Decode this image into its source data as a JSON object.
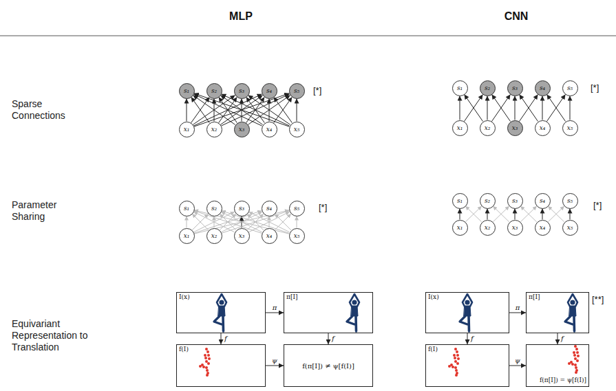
{
  "diagram": {
    "nodes": [
      {
        "text": [
          "s₁"
        ]
      },
      {
        "text": [
          "s₂"
        ]
      },
      {
        "text": [
          "s₃"
        ]
      },
      {
        "text": [
          "s₄"
        ]
      },
      {
        "text": [
          "s₅"
        ]
      },
      {
        "text": [
          "x₁"
        ]
      },
      {
        "text": [
          "x₂"
        ]
      },
      {
        "text": [
          "x₃"
        ]
      },
      {
        "text": [
          "x₄"
        ]
      },
      {
        "text": [
          "x₅"
        ]
      },
      {
        "text": [
          "s₁"
        ]
      },
      {
        "text": [
          "s₂"
        ]
      },
      {
        "text": [
          "s₃"
        ]
      },
      {
        "text": [
          "s₄"
        ]
      },
      {
        "text": [
          "s₅"
        ]
      },
      {
        "text": [
          "x₁"
        ]
      },
      {
        "text": [
          "x₂"
        ]
      },
      {
        "text": [
          "x₃"
        ]
      },
      {
        "text": [
          "x₄"
        ]
      },
      {
        "text": [
          "x₅"
        ]
      },
      {
        "text": [
          "s₁"
        ]
      },
      {
        "text": [
          "s₂"
        ]
      },
      {
        "text": [
          "s₃"
        ]
      },
      {
        "text": [
          "s₄"
        ]
      },
      {
        "text": [
          "s₅"
        ]
      },
      {
        "text": [
          "x₁"
        ]
      },
      {
        "text": [
          "x₂"
        ]
      },
      {
        "text": [
          "x₃"
        ]
      },
      {
        "text": [
          "x₄"
        ]
      },
      {
        "text": [
          "x₅"
        ]
      },
      {
        "text": [
          "s₁"
        ]
      },
      {
        "text": [
          "s₂"
        ]
      },
      {
        "text": [
          "s₃"
        ]
      },
      {
        "text": [
          "s₄"
        ]
      },
      {
        "text": [
          "s₅"
        ]
      },
      {
        "text": [
          "x₁"
        ]
      },
      {
        "text": [
          "x₂"
        ]
      },
      {
        "text": [
          "x₃"
        ]
      },
      {
        "text": [
          "x₄"
        ]
      },
      {
        "text": [
          "x₅"
        ]
      },
      {
        "text": [
          "I(x)"
        ]
      },
      {
        "text": [
          "π[I]"
        ]
      },
      {
        "text": [
          "f(I)"
        ]
      },
      {
        "text": [
          "f(π[I]) ≠ ψ[f(I)]"
        ]
      },
      {
        "text": [
          "I(x)"
        ]
      },
      {
        "text": [
          "π[I]"
        ]
      },
      {
        "text": [
          "f(I)"
        ]
      },
      {
        "text": [
          "f(π[I]) = ψ[f(I)]"
        ]
      }
    ],
    "edges": [
      {
        "from": 5,
        "to": 0,
        "arrow": "to"
      },
      {
        "from": 5,
        "to": 1,
        "arrow": "to"
      },
      {
        "from": 5,
        "to": 2,
        "arrow": "to"
      },
      {
        "from": 5,
        "to": 3,
        "arrow": "to"
      },
      {
        "from": 5,
        "to": 4,
        "arrow": "to"
      },
      {
        "from": 6,
        "to": 0,
        "arrow": "to"
      },
      {
        "from": 6,
        "to": 1,
        "arrow": "to"
      },
      {
        "from": 6,
        "to": 2,
        "arrow": "to"
      },
      {
        "from": 6,
        "to": 3,
        "arrow": "to"
      },
      {
        "from": 6,
        "to": 4,
        "arrow": "to"
      },
      {
        "from": 7,
        "to": 0,
        "arrow": "to"
      },
      {
        "from": 7,
        "to": 1,
        "arrow": "to"
      },
      {
        "from": 7,
        "to": 2,
        "arrow": "to"
      },
      {
        "from": 7,
        "to": 3,
        "arrow": "to"
      },
      {
        "from": 7,
        "to": 4,
        "arrow": "to"
      },
      {
        "from": 8,
        "to": 0,
        "arrow": "to"
      },
      {
        "from": 8,
        "to": 1,
        "arrow": "to"
      },
      {
        "from": 8,
        "to": 2,
        "arrow": "to"
      },
      {
        "from": 8,
        "to": 3,
        "arrow": "to"
      },
      {
        "from": 8,
        "to": 4,
        "arrow": "to"
      },
      {
        "from": 9,
        "to": 0,
        "arrow": "to"
      },
      {
        "from": 9,
        "to": 1,
        "arrow": "to"
      },
      {
        "from": 9,
        "to": 2,
        "arrow": "to"
      },
      {
        "from": 9,
        "to": 3,
        "arrow": "to"
      },
      {
        "from": 9,
        "to": 4,
        "arrow": "to"
      },
      {
        "from": 15,
        "to": 10,
        "arrow": "to"
      },
      {
        "from": 15,
        "to": 11,
        "arrow": "to"
      },
      {
        "from": 16,
        "to": 10,
        "arrow": "to"
      },
      {
        "from": 16,
        "to": 11,
        "arrow": "to"
      },
      {
        "from": 16,
        "to": 12,
        "arrow": "to"
      },
      {
        "from": 17,
        "to": 11,
        "arrow": "to"
      },
      {
        "from": 17,
        "to": 12,
        "arrow": "to"
      },
      {
        "from": 17,
        "to": 13,
        "arrow": "to"
      },
      {
        "from": 18,
        "to": 12,
        "arrow": "to"
      },
      {
        "from": 18,
        "to": 13,
        "arrow": "to"
      },
      {
        "from": 18,
        "to": 14,
        "arrow": "to"
      },
      {
        "from": 19,
        "to": 13,
        "arrow": "to"
      },
      {
        "from": 19,
        "to": 14,
        "arrow": "to"
      },
      {
        "from": 25,
        "to": 20,
        "arrow": "to"
      },
      {
        "from": 25,
        "to": 21,
        "arrow": "to"
      },
      {
        "from": 25,
        "to": 22,
        "arrow": "to"
      },
      {
        "from": 25,
        "to": 23,
        "arrow": "to"
      },
      {
        "from": 25,
        "to": 24,
        "arrow": "to"
      },
      {
        "from": 26,
        "to": 20,
        "arrow": "to"
      },
      {
        "from": 26,
        "to": 21,
        "arrow": "to"
      },
      {
        "from": 26,
        "to": 22,
        "arrow": "to"
      },
      {
        "from": 26,
        "to": 23,
        "arrow": "to"
      },
      {
        "from": 26,
        "to": 24,
        "arrow": "to"
      },
      {
        "from": 27,
        "to": 20,
        "arrow": "to"
      },
      {
        "from": 27,
        "to": 21,
        "arrow": "to"
      },
      {
        "from": 27,
        "to": 22,
        "arrow": "to"
      },
      {
        "from": 27,
        "to": 23,
        "arrow": "to"
      },
      {
        "from": 27,
        "to": 24,
        "arrow": "to"
      },
      {
        "from": 28,
        "to": 20,
        "arrow": "to"
      },
      {
        "from": 28,
        "to": 21,
        "arrow": "to"
      },
      {
        "from": 28,
        "to": 22,
        "arrow": "to"
      },
      {
        "from": 28,
        "to": 23,
        "arrow": "to"
      },
      {
        "from": 28,
        "to": 24,
        "arrow": "to"
      },
      {
        "from": 29,
        "to": 20,
        "arrow": "to"
      },
      {
        "from": 29,
        "to": 21,
        "arrow": "to"
      },
      {
        "from": 29,
        "to": 22,
        "arrow": "to"
      },
      {
        "from": 29,
        "to": 23,
        "arrow": "to"
      },
      {
        "from": 29,
        "to": 24,
        "arrow": "to"
      },
      {
        "from": 35,
        "to": 30,
        "arrow": "to"
      },
      {
        "from": 35,
        "to": 31,
        "arrow": "to"
      },
      {
        "from": 36,
        "to": 30,
        "arrow": "to"
      },
      {
        "from": 36,
        "to": 31,
        "arrow": "to"
      },
      {
        "from": 36,
        "to": 32,
        "arrow": "to"
      },
      {
        "from": 37,
        "to": 31,
        "arrow": "to"
      },
      {
        "from": 37,
        "to": 32,
        "arrow": "to"
      },
      {
        "from": 37,
        "to": 33,
        "arrow": "to"
      },
      {
        "from": 38,
        "to": 32,
        "arrow": "to"
      },
      {
        "from": 38,
        "to": 33,
        "arrow": "to"
      },
      {
        "from": 38,
        "to": 34,
        "arrow": "to"
      },
      {
        "from": 39,
        "to": 33,
        "arrow": "to"
      },
      {
        "from": 39,
        "to": 34,
        "arrow": "to"
      },
      {
        "from": 40,
        "to": 41,
        "label": "π",
        "arrow": "to"
      },
      {
        "from": 40,
        "to": 42,
        "label": "f",
        "arrow": "to"
      },
      {
        "from": 41,
        "to": 43,
        "label": "f",
        "arrow": "to"
      },
      {
        "from": 42,
        "to": 43,
        "label": "ψ",
        "arrow": "to"
      },
      {
        "from": 44,
        "to": 45,
        "label": "π",
        "arrow": "to"
      },
      {
        "from": 44,
        "to": 46,
        "label": "f",
        "arrow": "to"
      },
      {
        "from": 45,
        "to": 47,
        "label": "f",
        "arrow": "to"
      },
      {
        "from": 46,
        "to": 47,
        "label": "ψ",
        "arrow": "to"
      }
    ],
    "labels": [
      "MLP",
      "CNN",
      "Sparse Connections",
      "[*]",
      "[*]",
      "Parameter Sharing",
      "[*]",
      "[*]",
      "Equivariant Representation to Translation",
      "[**]"
    ]
  }
}
